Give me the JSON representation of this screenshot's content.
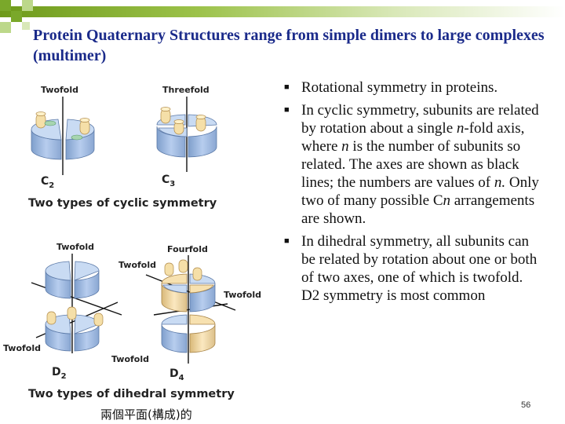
{
  "slide": {
    "title": "Protein Quaternary Structures range from simple dimers to large complexes (multimer)",
    "page_number": "56",
    "caption": "兩個平面(構成)的"
  },
  "figure": {
    "cyclic": {
      "twofold_label": "Twofold",
      "threefold_label": "Threefold",
      "c2_main": "C",
      "c2_sub": "2",
      "c3_main": "C",
      "c3_sub": "3",
      "heading": "Two types of cyclic symmetry"
    },
    "dihedral": {
      "d2_top_label": "Twofold",
      "d2_left_label": "Twofold",
      "d2_bottom_label": "Twofold",
      "d4_twofold_left": "Twofold",
      "d4_fourfold": "Fourfold",
      "d4_twofold_right": "Twofold",
      "d2_main": "D",
      "d2_sub": "2",
      "d4_main": "D",
      "d4_sub": "4",
      "heading": "Two types of dihedral symmetry"
    }
  },
  "bullets": [
    {
      "segments": [
        {
          "text": "Rotational symmetry in proteins.",
          "italic": false
        }
      ]
    },
    {
      "segments": [
        {
          "text": "In cyclic symmetry, subunits are related by rotation about a single ",
          "italic": false
        },
        {
          "text": "n",
          "italic": true
        },
        {
          "text": "-fold axis, where ",
          "italic": false
        },
        {
          "text": "n",
          "italic": true
        },
        {
          "text": " is the number of subunits so related. The axes are shown as black lines; the numbers are values of ",
          "italic": false
        },
        {
          "text": "n.",
          "italic": true
        },
        {
          "text": " Only two of many possible C",
          "italic": false
        },
        {
          "text": "n",
          "italic": true
        },
        {
          "text": " arrangements are shown.",
          "italic": false
        }
      ]
    },
    {
      "segments": [
        {
          "text": "In dihedral symmetry, all subunits can be related by rotation about one or both of two axes, one of which is twofold. D2 symmetry is most common",
          "italic": false
        }
      ]
    }
  ],
  "colors": {
    "title": "#1a2a8a",
    "subunit_blue": "#a9c3e6",
    "subunit_cream": "#f7e1b0",
    "accent_green": "#7aa82a"
  },
  "icons": {
    "bullet": "square-bullet-icon"
  }
}
